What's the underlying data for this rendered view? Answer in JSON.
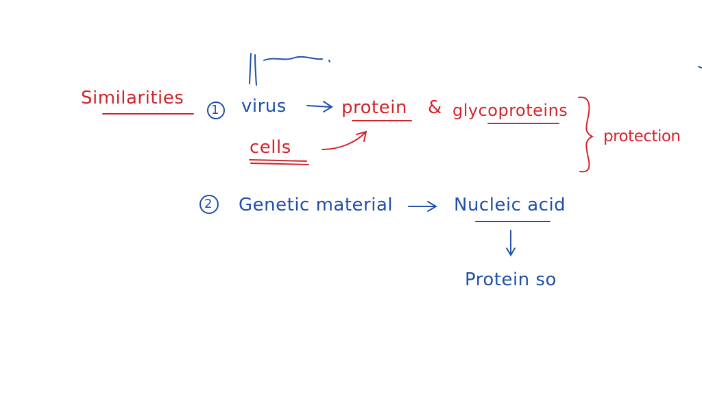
{
  "colors": {
    "red_ink": "#d2232a",
    "blue_ink": "#1f4fa8"
  },
  "notes": {
    "heading": "Similarities",
    "item1_number": "1",
    "item1_virus": "virus",
    "item1_protein": "protein",
    "item1_and": "&",
    "item1_glycoproteins": "glycoproteins",
    "item1_cells": "cells",
    "protection": "protection",
    "item2_number": "2",
    "item2_genetic_material": "Genetic material",
    "item2_nucleic_acid": "Nucleic acid",
    "item2_protein_so": "Protein so"
  }
}
